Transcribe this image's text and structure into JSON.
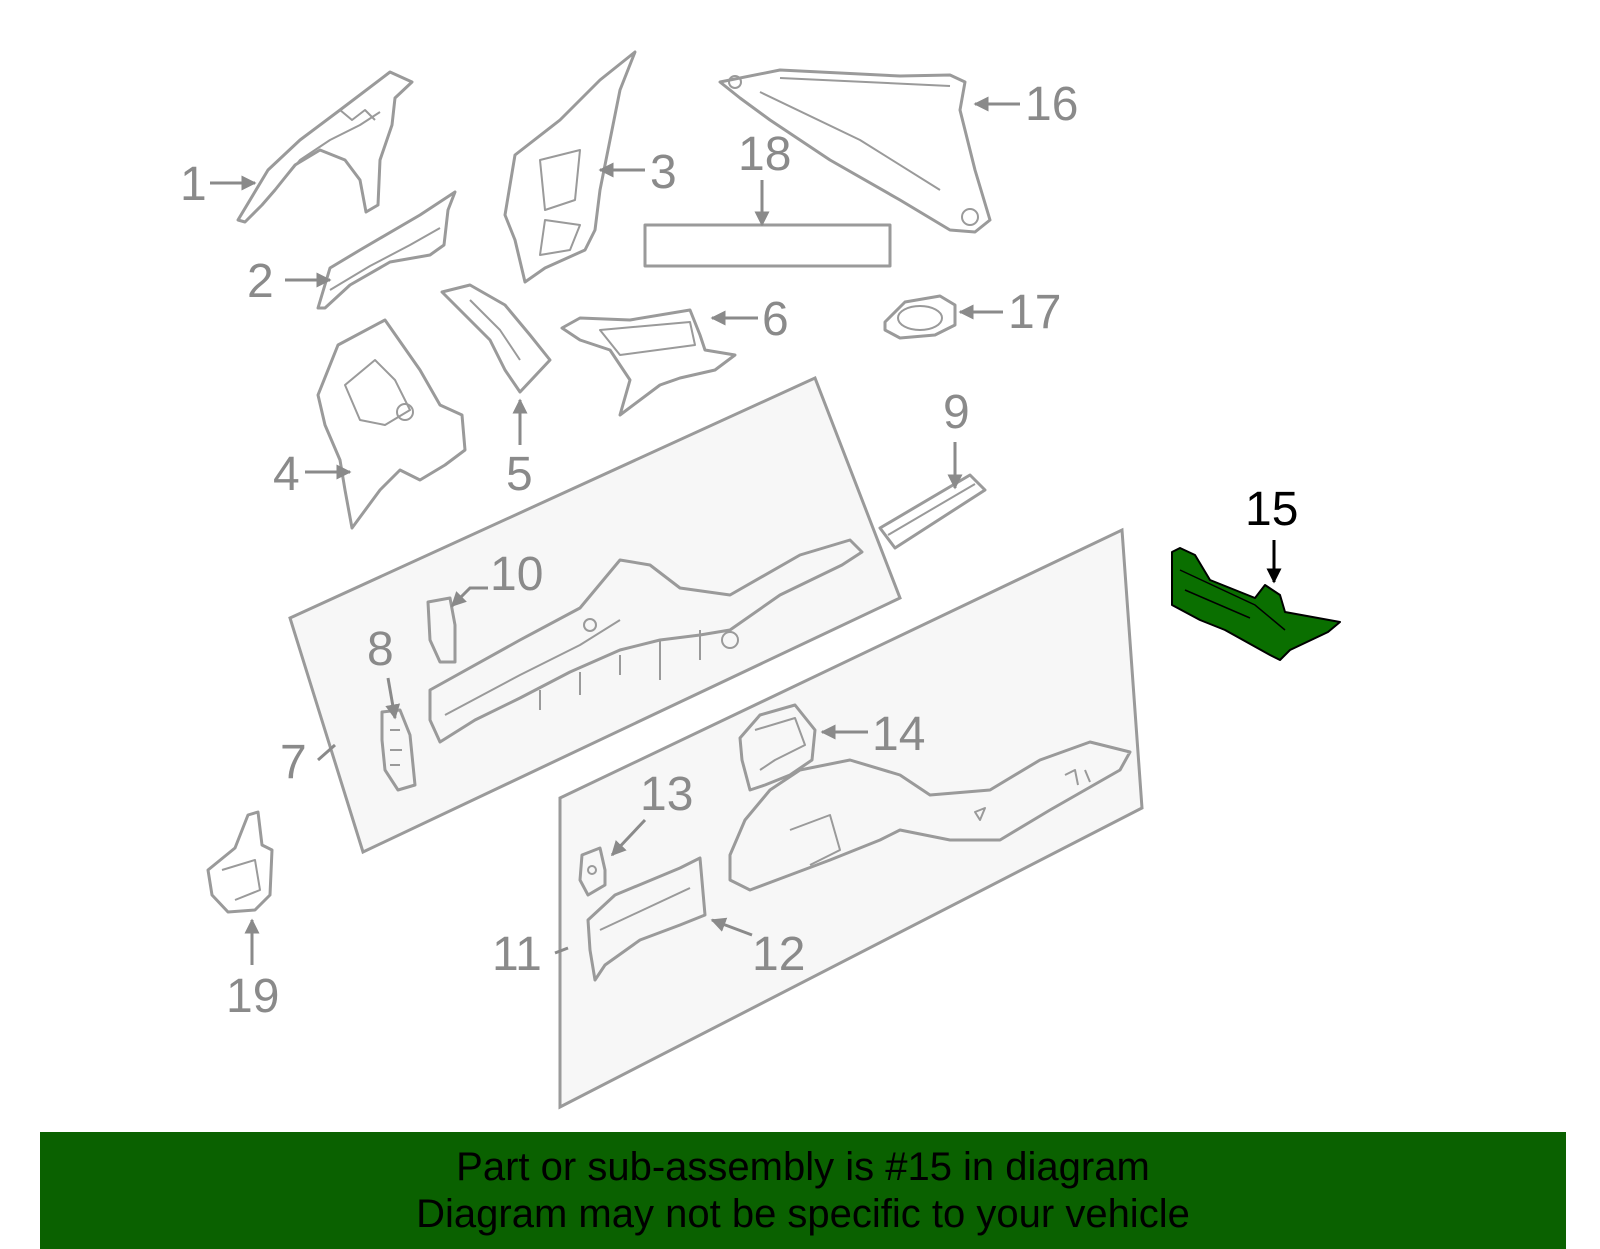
{
  "colors": {
    "line": "#9a9a9a",
    "label": "#8a8a8a",
    "highlight_fill": "#0a6f00",
    "highlight_label": "#000000",
    "banner_bg": "#0a6100",
    "panel_fill": "#f7f7f7"
  },
  "callouts": [
    "1",
    "2",
    "3",
    "4",
    "5",
    "6",
    "7",
    "8",
    "9",
    "10",
    "11",
    "12",
    "13",
    "14",
    "15",
    "16",
    "17",
    "18",
    "19"
  ],
  "highlighted_callout": "15",
  "banner": {
    "line1": "Part or sub-assembly is #15 in diagram",
    "line2": "Diagram may not be specific to your vehicle"
  }
}
